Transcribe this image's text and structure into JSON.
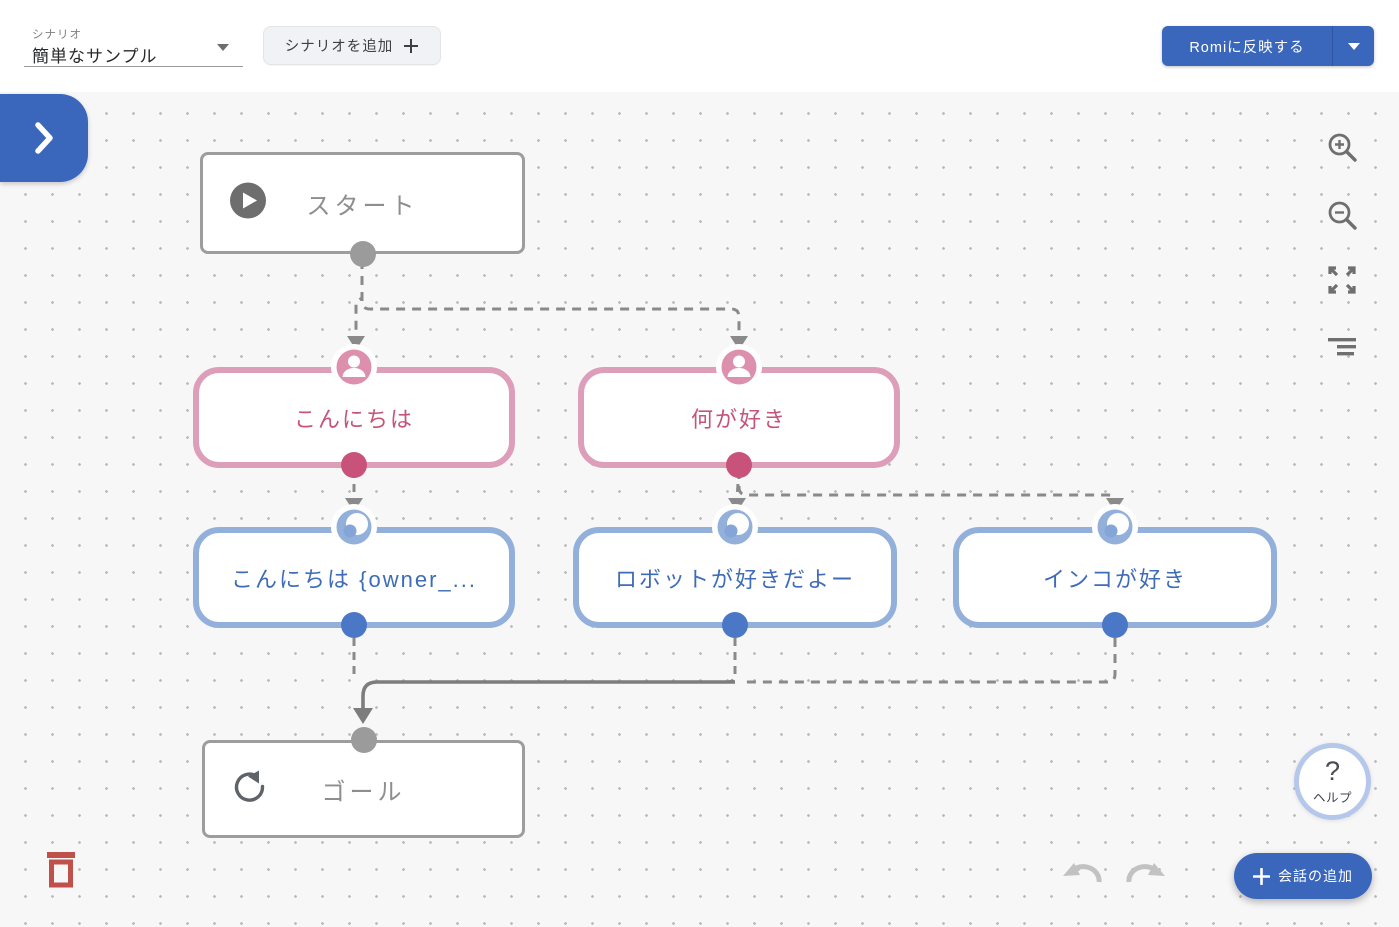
{
  "header": {
    "scenario_select": {
      "label": "シナリオ",
      "value": "簡単なサンプル",
      "caret_icon": "caret-down"
    },
    "add_scenario_button": {
      "label": "シナリオを追加",
      "icon": "plus"
    },
    "apply_button": {
      "label": "Romiに反映する",
      "caret_icon": "caret-down"
    }
  },
  "canvas": {
    "side_tab_icon": "chevron-right",
    "nodes": {
      "start": {
        "label": "スタート",
        "type": "start",
        "icon": "play-circle"
      },
      "greet_trigger": {
        "label": "こんにちは",
        "type": "user-speech",
        "icon": "person"
      },
      "like_trigger": {
        "label": "何が好き",
        "type": "user-speech",
        "icon": "person"
      },
      "greet_reply": {
        "label": "こんにちは {owner_...",
        "type": "robot-speech",
        "icon": "romi-face"
      },
      "robot_reply": {
        "label": "ロボットが好きだよー",
        "type": "robot-speech",
        "icon": "romi-face"
      },
      "parrot_reply": {
        "label": "インコが好き",
        "type": "robot-speech",
        "icon": "romi-face"
      },
      "goal": {
        "label": "ゴール",
        "type": "goal",
        "icon": "restart"
      }
    },
    "edges": [
      {
        "from": "start",
        "to": "greet_trigger",
        "style": "dashed"
      },
      {
        "from": "start",
        "to": "like_trigger",
        "style": "dashed"
      },
      {
        "from": "greet_trigger",
        "to": "greet_reply",
        "style": "dashed"
      },
      {
        "from": "like_trigger",
        "to": "robot_reply",
        "style": "dashed"
      },
      {
        "from": "like_trigger",
        "to": "parrot_reply",
        "style": "dashed"
      },
      {
        "from": "greet_reply",
        "to": "goal",
        "style": "dashed"
      },
      {
        "from": "robot_reply",
        "to": "goal",
        "style": "solid"
      },
      {
        "from": "parrot_reply",
        "to": "goal",
        "style": "dashed"
      }
    ],
    "toolbar_icons": [
      "zoom-in-magnifier",
      "zoom-out-magnifier",
      "fit-view-arrows",
      "auto-layout-lines"
    ],
    "help_button": {
      "question_mark": "?",
      "label": "ヘルプ"
    },
    "history": {
      "undo_icon": "undo-arrow",
      "redo_icon": "redo-arrow"
    },
    "add_conversation_button": {
      "label": "会話の追加",
      "icon": "plus"
    },
    "trash_icon": "trash-can"
  },
  "colors": {
    "primary_blue": "#3a67bb",
    "pink_border": "#dd9eba",
    "pink_text": "#c55578",
    "pink_port": "#c9527a",
    "blue_border": "#93b0db",
    "blue_text": "#3e6cb7",
    "blue_port": "#4a78c7",
    "gray_border": "#9d9d9d",
    "gray_text": "#8e8e8e",
    "connector_gray": "#8a8a8a",
    "trash_red": "#c0504a",
    "canvas_background": "#f7f7f8"
  }
}
